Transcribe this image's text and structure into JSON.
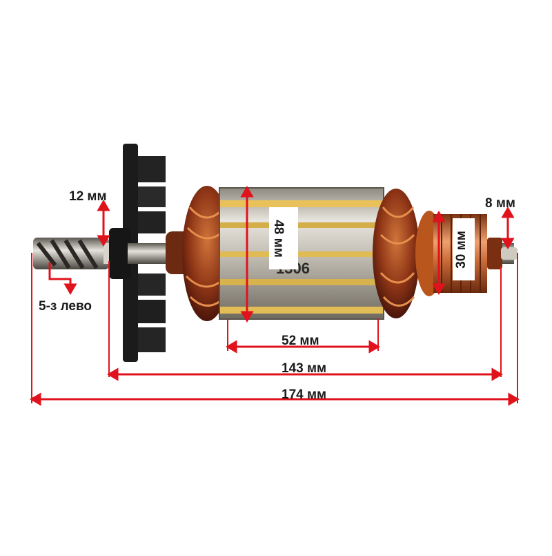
{
  "photo": {
    "subject": "armature",
    "stamp_text": "1306",
    "colors": {
      "copper": "#b5521f",
      "copper_dark": "#6b2410",
      "steel": "#c9c4b8",
      "fan": "#1c1c1c",
      "dimension_line": "#e0121b"
    }
  },
  "dimensions": {
    "shaft_diameter": "12 мм",
    "thread": "5-з лево",
    "core_diameter": "48 мм",
    "core_length": "52 мм",
    "commutator_diameter": "30 мм",
    "shaft_end_diameter": "8 мм",
    "bearing_length": "143 мм",
    "total_length": "174 мм"
  }
}
